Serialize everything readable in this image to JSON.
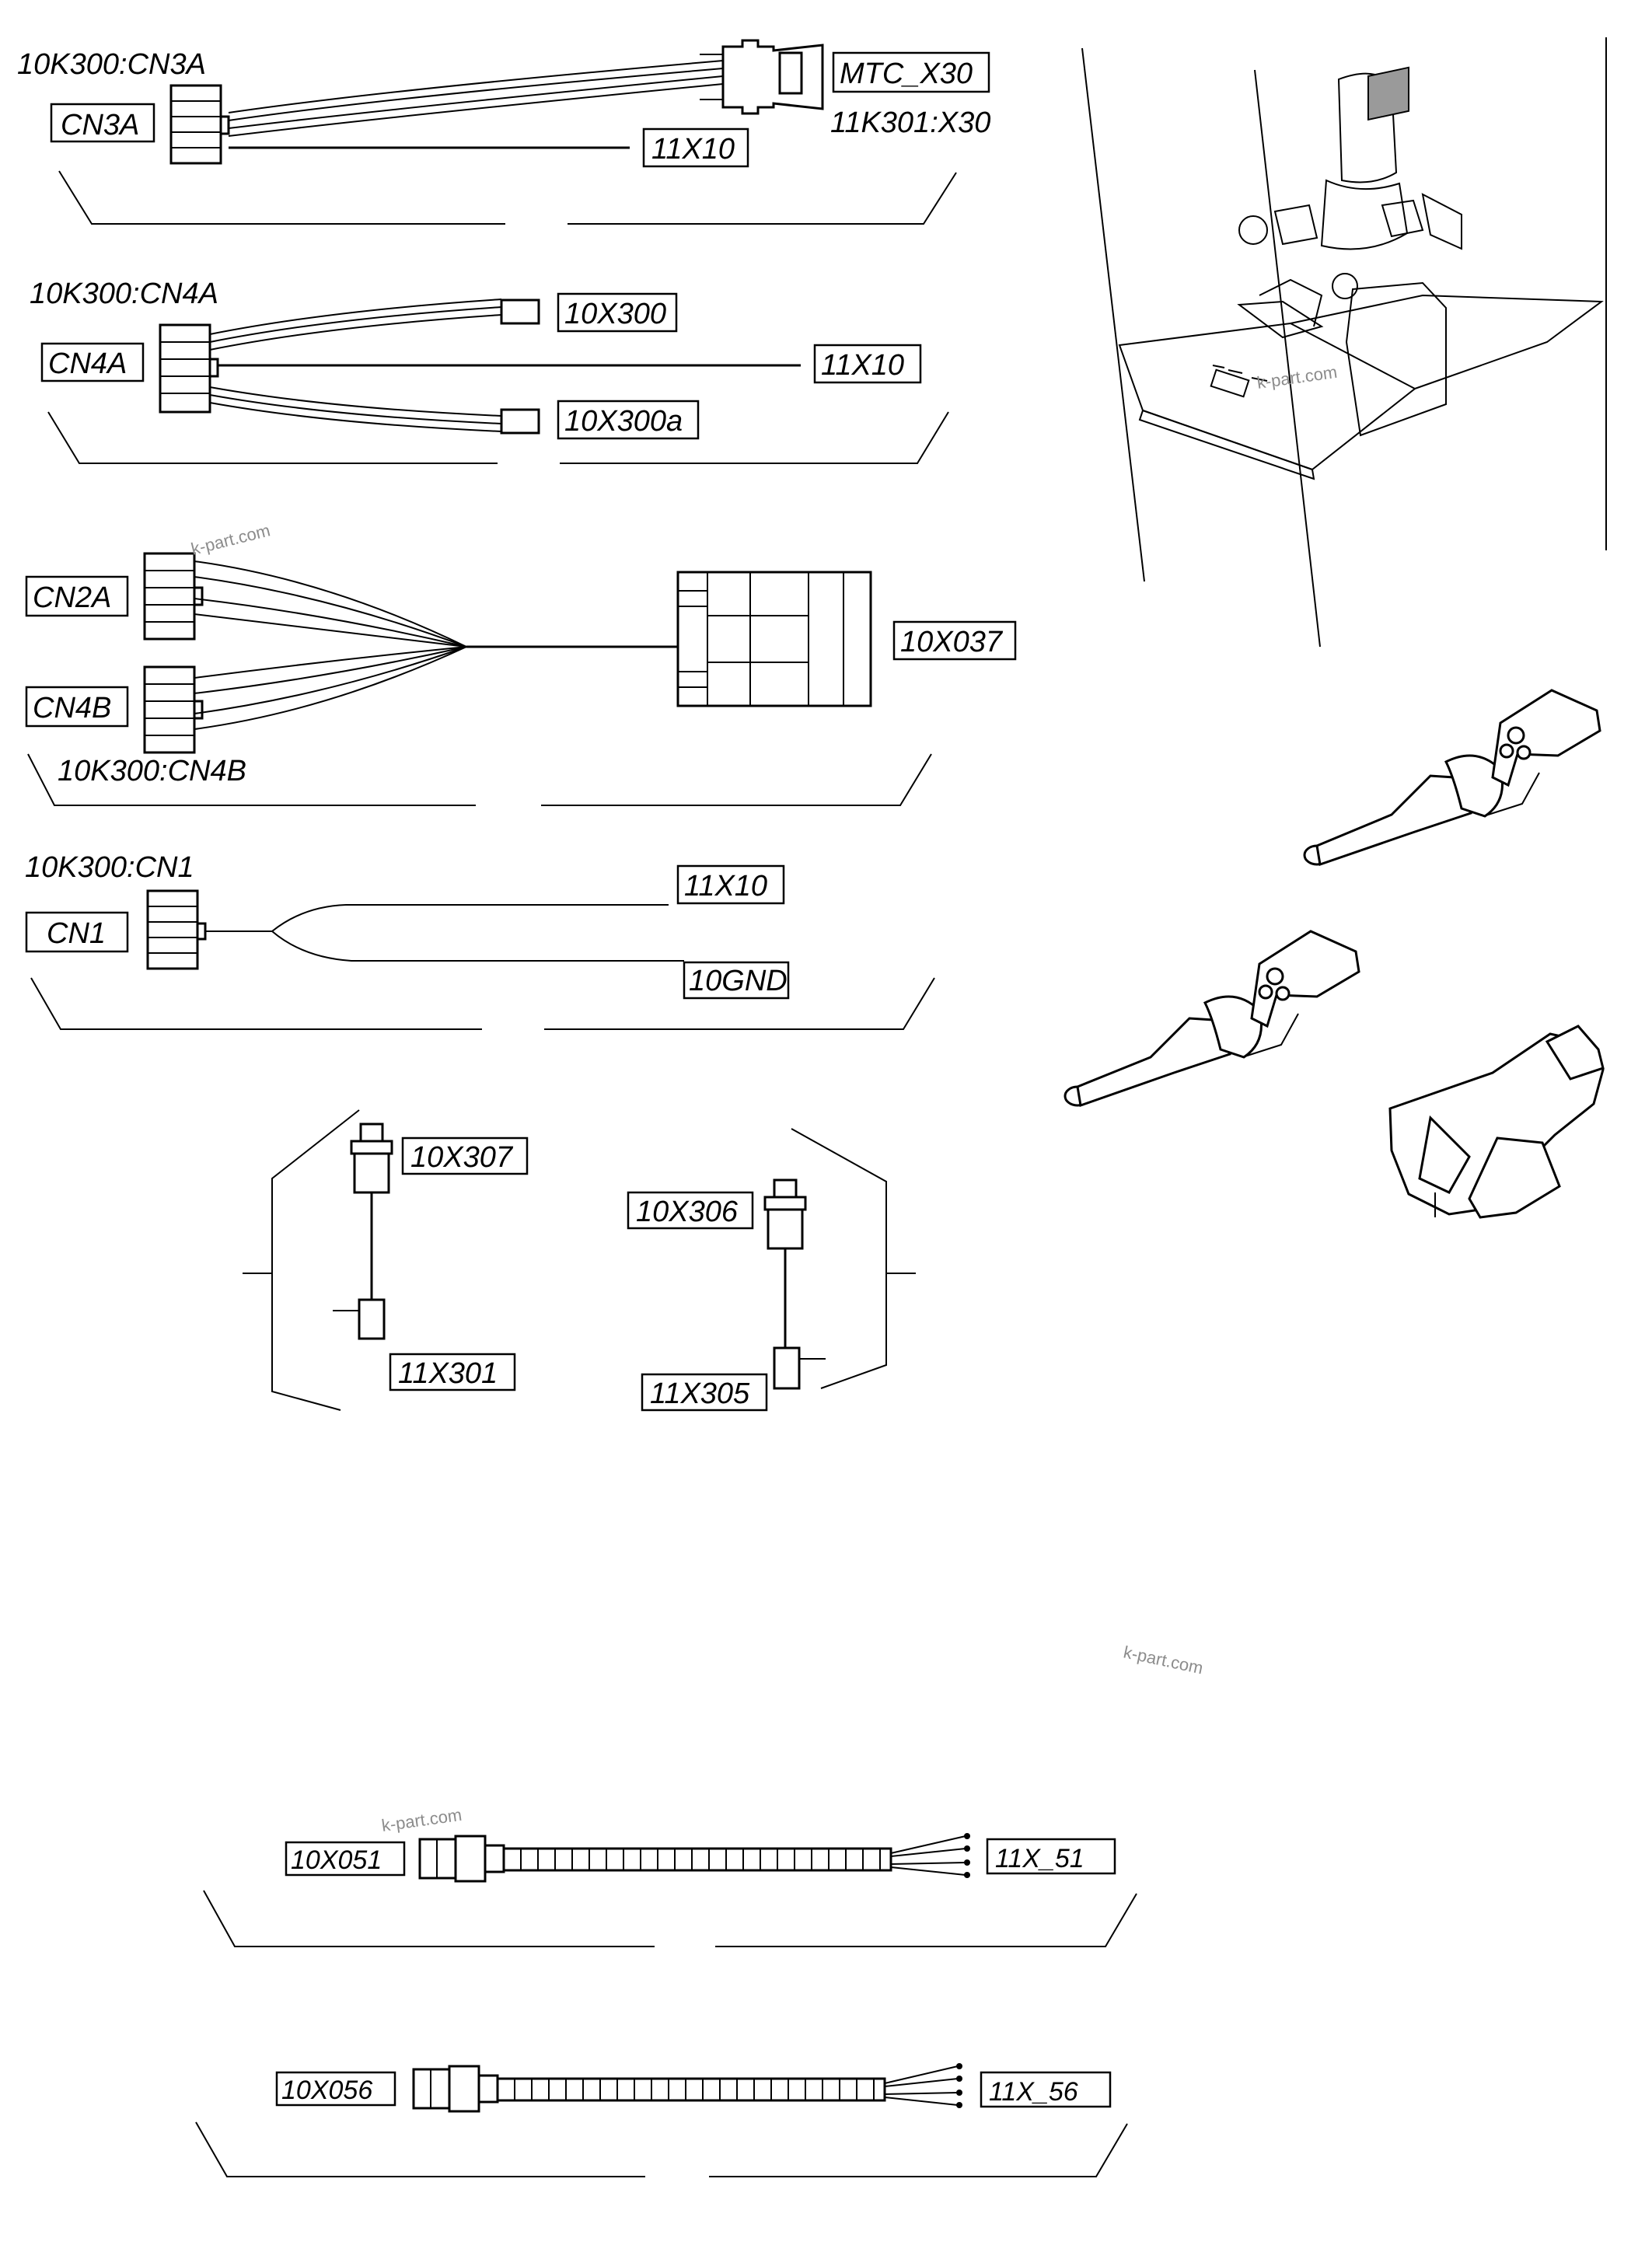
{
  "sections": {
    "cn3a": {
      "source_ref": "10K300:CN3A",
      "connector_tag": "CN3A",
      "remote_tag": "MTC_X30",
      "remote_ref": "11K301:X30",
      "ground_tag": "11X10"
    },
    "cn4a": {
      "source_ref": "10K300:CN4A",
      "connector_tag": "CN4A",
      "end_tag_1": "10X300",
      "ground_tag": "11X10",
      "end_tag_2": "10X300a"
    },
    "cn2a_cn4b": {
      "connector_tag_1": "CN2A",
      "connector_tag_2": "CN4B",
      "source_ref": "10K300:CN4B",
      "target_tag": "10X037"
    },
    "cn1": {
      "source_ref": "10K300:CN1",
      "connector_tag": "CN1",
      "end_tag_1": "11X10",
      "end_tag_2": "10GND"
    },
    "jumper_left": {
      "top_tag": "10X307",
      "bottom_tag": "11X301"
    },
    "jumper_right": {
      "top_tag": "10X306",
      "bottom_tag": "11X305"
    },
    "harness_1": {
      "start_tag": "10X051",
      "end_tag": "11X_51"
    },
    "harness_2": {
      "start_tag": "10X056",
      "end_tag": "11X_56"
    }
  },
  "watermarks": {
    "w1": "k-part.com",
    "w2": "k-part.com",
    "w3": "k-part.com",
    "w4": "k-part.com"
  }
}
